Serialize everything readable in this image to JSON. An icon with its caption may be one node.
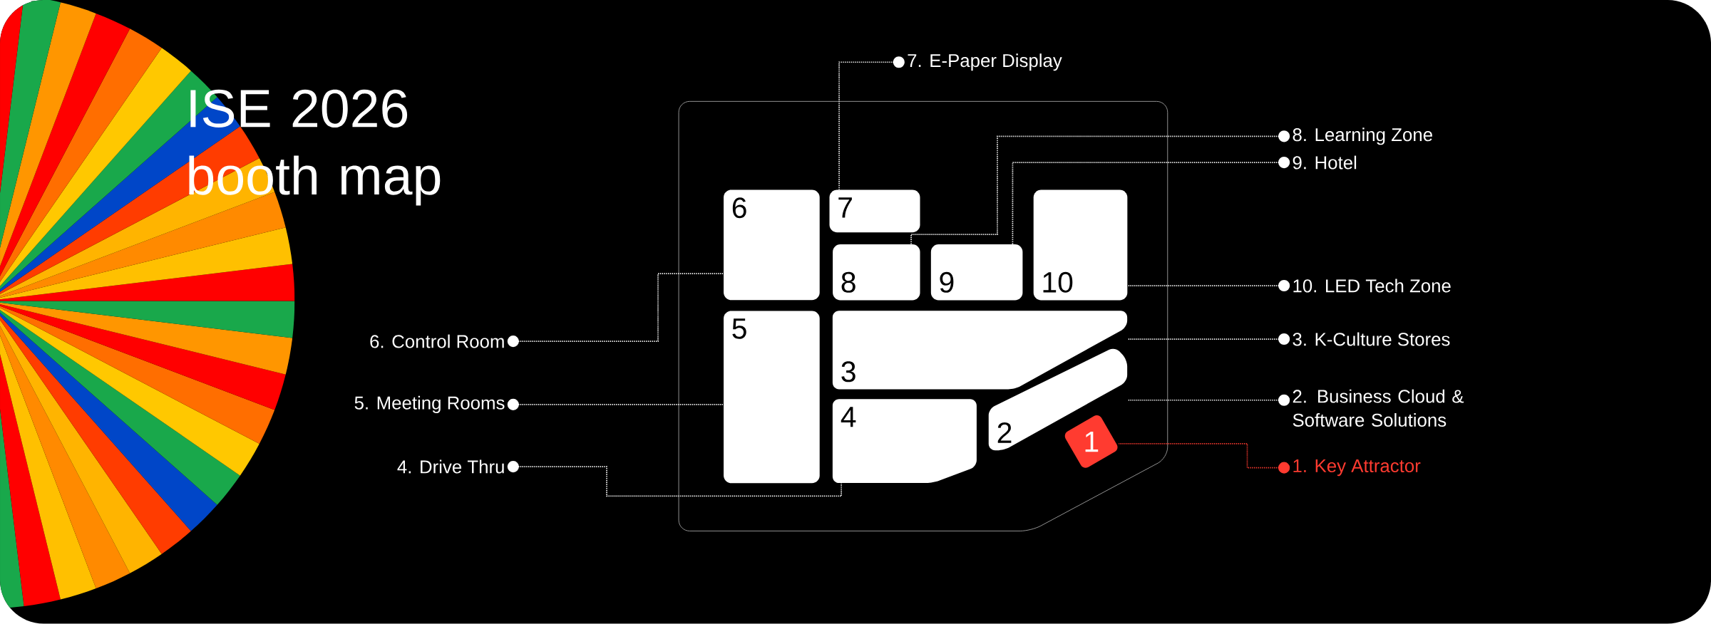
{
  "diagram": {
    "title": "ISE 2026 booth map",
    "nodes": [
      {
        "text": [],
        "shape": "box"
      },
      {
        "text": [
          "6"
        ],
        "in": 0
      },
      {
        "text": [
          "7"
        ],
        "in": 0
      },
      {
        "text": [
          "8"
        ],
        "in": 0
      },
      {
        "text": [
          "9"
        ],
        "in": 0
      },
      {
        "text": [
          "10"
        ],
        "in": 0
      },
      {
        "text": [
          "5"
        ],
        "in": 0
      },
      {
        "text": [
          "3"
        ],
        "in": 0
      },
      {
        "text": [
          "2"
        ],
        "in": 0
      },
      {
        "text": [
          "4"
        ],
        "in": 0
      },
      {
        "text": [
          "1"
        ],
        "in": 0
      },
      {
        "text": [
          "7. E-Paper Display"
        ]
      },
      {
        "text": [
          "8. Learning Zone"
        ]
      },
      {
        "text": [
          "9. Hotel"
        ]
      },
      {
        "text": [
          "10. LED Tech Zone"
        ]
      },
      {
        "text": [
          "6. Control Room"
        ]
      },
      {
        "text": [
          "3. K-Culture Stores"
        ]
      },
      {
        "text": [
          "5. Meeting Rooms"
        ]
      },
      {
        "text": [
          "2. Business Cloud & Software Solutions"
        ]
      },
      {
        "text": [
          "4. Drive Thru"
        ]
      },
      {
        "text": [
          "1. Key Attractor"
        ]
      }
    ],
    "edges": [
      {
        "from": 11,
        "to": 2,
        "arrow": "other"
      },
      {
        "from": 12,
        "to": 3,
        "arrow": "other"
      },
      {
        "from": 13,
        "to": 4,
        "arrow": "other"
      },
      {
        "from": 14,
        "to": 5,
        "arrow": "other"
      },
      {
        "from": 15,
        "to": 1,
        "arrow": "other"
      },
      {
        "from": 16,
        "to": 7,
        "arrow": "other"
      },
      {
        "from": 17,
        "to": 6,
        "arrow": "other"
      },
      {
        "from": 18,
        "to": 8,
        "arrow": "other"
      },
      {
        "from": 19,
        "to": 9,
        "arrow": "other"
      },
      {
        "from": 20,
        "to": 10,
        "arrow": "other",
        "color": "#ff3b30"
      }
    ]
  }
}
